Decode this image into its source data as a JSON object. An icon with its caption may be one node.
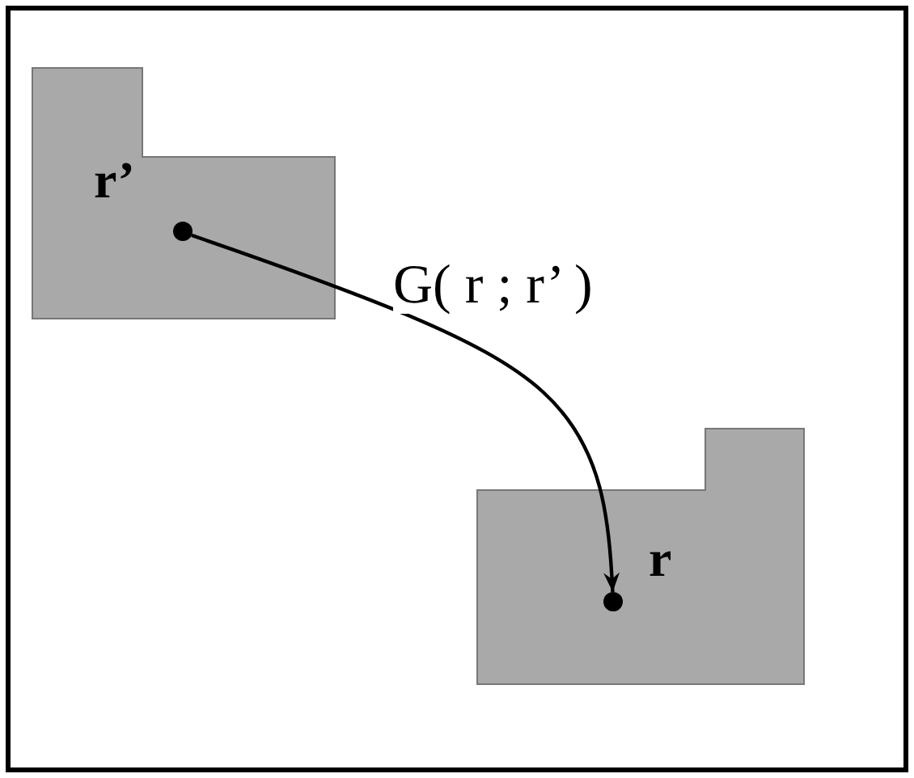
{
  "diagram": {
    "nodes": [
      {
        "text": [
          "r’"
        ]
      },
      {
        "text": [],
        "shape": "circle",
        "in": 0
      },
      {
        "text": [
          "r"
        ]
      },
      {
        "text": [],
        "shape": "circle",
        "in": 2
      }
    ],
    "edges": [
      {
        "from": 1,
        "to": 3,
        "arrow": "to",
        "label": "G( r ; r’ )"
      }
    ]
  }
}
